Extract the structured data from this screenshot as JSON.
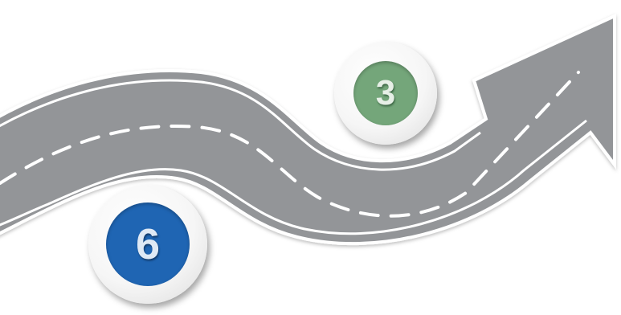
{
  "road": {
    "surface_color": "#939598",
    "edge_color": "#ffffff",
    "dash_color": "#ffffff"
  },
  "badges": [
    {
      "id": "step-3",
      "number": "3",
      "color": "#74a67a",
      "text_color": "#e6efe6",
      "text_shadow": "#3e6846"
    },
    {
      "id": "step-6",
      "number": "6",
      "color": "#1f65b3",
      "text_color": "#dfe9f5",
      "text_shadow": "#123a6a"
    }
  ]
}
